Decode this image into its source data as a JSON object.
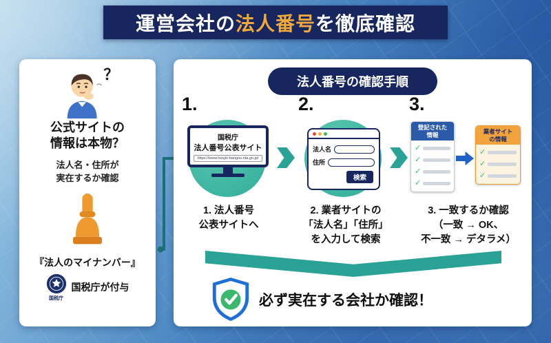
{
  "colors": {
    "navy": "#17265e",
    "teal": "#2aa396",
    "gold": "#f2a93b",
    "orange": "#ef9a2f",
    "green": "#3cb86e",
    "blue": "#2160c4"
  },
  "icons": {
    "check": "✓"
  },
  "banner": {
    "prefix": "運営会社の",
    "highlight": "法人番号",
    "suffix": "を徹底確認"
  },
  "left_panel": {
    "question_mark": "？",
    "heading_lines": [
      "公式サイトの",
      "情報は本物？"
    ],
    "sub_lines": [
      "法人名・住所が",
      "実在するか確認"
    ],
    "mynumber_label": "『法人のマイナンバー』",
    "seal_caption": "国税庁",
    "agency_note": "国税庁が付与"
  },
  "procedure": {
    "header": "法人番号の確認手順",
    "steps": [
      {
        "number": "1.",
        "caption_lines": [
          "1. 法人番号",
          "公表サイトへ"
        ],
        "monitor": {
          "site_lines": [
            "国税庁",
            "法人番号公表サイト"
          ],
          "url": "https://www.houjin-bangou.nta.go.jp/"
        }
      },
      {
        "number": "2.",
        "caption_lines": [
          "2. 業者サイトの",
          "「法人名」「住所」",
          "を入力して検索"
        ],
        "form": {
          "field_labels": [
            "法人名",
            "住所"
          ],
          "search_button": "検索"
        }
      },
      {
        "number": "3.",
        "caption_lines": [
          "3. 一致するか確認",
          "（一致 → OK、",
          "不一致 → デタラメ）"
        ],
        "compare": {
          "left_header_lines": [
            "登記された",
            "情報"
          ],
          "right_header_lines": [
            "業者サイト",
            "の情報"
          ]
        }
      }
    ],
    "conclusion": "必ず実在する会社か確認！"
  }
}
